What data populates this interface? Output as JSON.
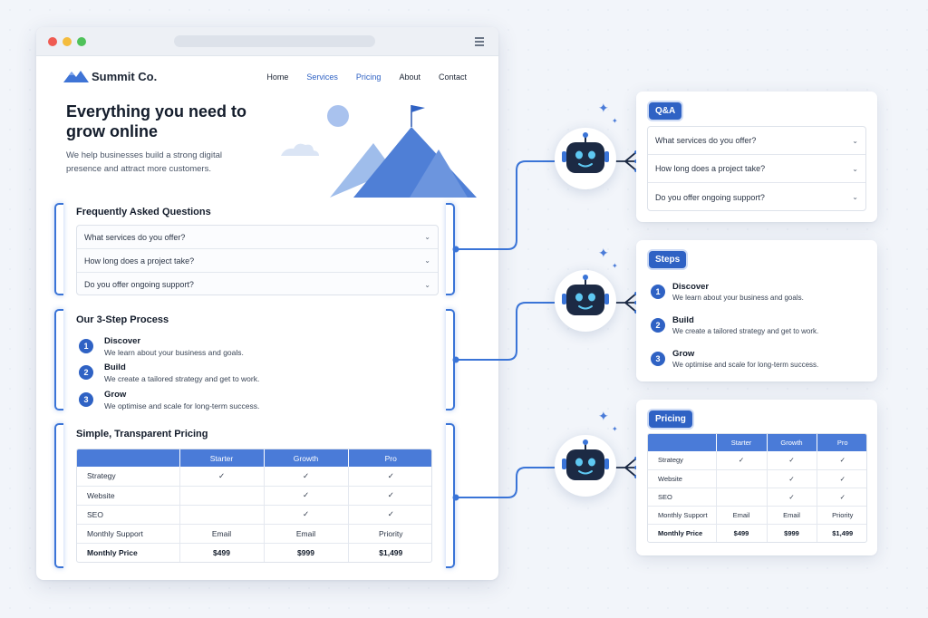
{
  "site": {
    "logo_text": "Summit Co.",
    "nav": [
      "Home",
      "Services",
      "Pricing",
      "About",
      "Contact"
    ],
    "hero_title": "Everything you need to grow online",
    "hero_subtitle": "We help businesses build a strong digital presence and attract more customers."
  },
  "faq": {
    "title": "Frequently Asked Questions",
    "items": [
      "What services do you offer?",
      "How long does a project take?",
      "Do you offer ongoing support?"
    ]
  },
  "process": {
    "title": "Our 3-Step Process",
    "steps": [
      {
        "num": "1",
        "title": "Discover",
        "desc": "We learn about your business and goals."
      },
      {
        "num": "2",
        "title": "Build",
        "desc": "We create a tailored strategy and get to work."
      },
      {
        "num": "3",
        "title": "Grow",
        "desc": "We optimise and scale for long-term success."
      }
    ]
  },
  "pricing": {
    "title": "Simple, Transparent Pricing",
    "headers": [
      "",
      "Starter",
      "Growth",
      "Pro"
    ],
    "rows": [
      [
        "Strategy",
        "✓",
        "✓",
        "✓"
      ],
      [
        "Website",
        "",
        "✓",
        "✓"
      ],
      [
        "SEO",
        "",
        "✓",
        "✓"
      ],
      [
        "Monthly Support",
        "Email",
        "Email",
        "Priority"
      ],
      [
        "Monthly Price",
        "$499",
        "$999",
        "$1,499"
      ]
    ]
  },
  "cards": {
    "qa_tag": "Q&A",
    "steps_tag": "Steps",
    "pricing_tag": "Pricing"
  },
  "colors": {
    "accent": "#2f62c4",
    "table_header": "#4a7bd8",
    "bracket": "#3a74d7",
    "bot_face": "#1c2a44",
    "bot_eyes": "#5ec8f2"
  }
}
